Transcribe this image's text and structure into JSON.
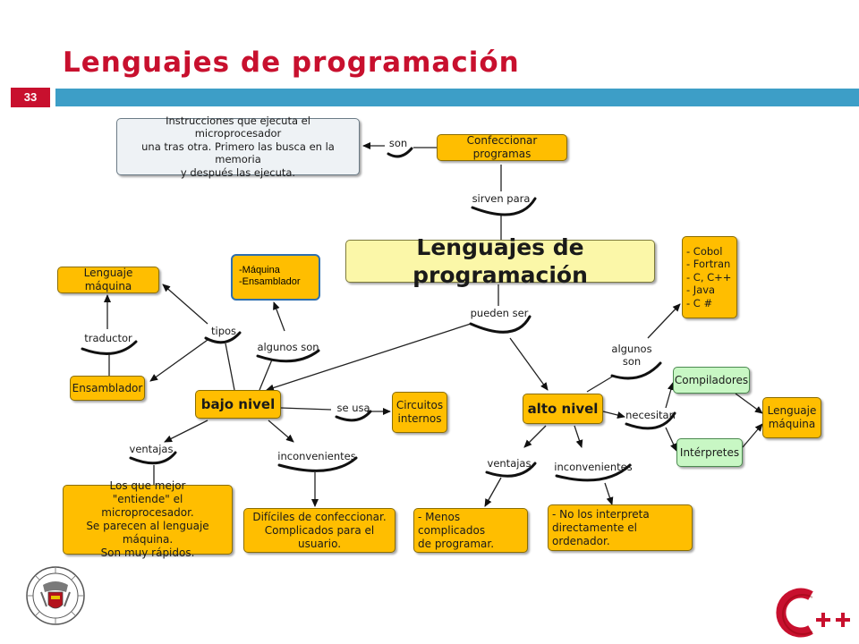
{
  "slide": {
    "title": "Lenguajes de programación",
    "page_number": "33"
  },
  "nodes": {
    "instrucciones": "Instrucciones que ejecuta el microprocesador\nuna tras otra. Primero las busca en la memoria\ny después las ejecuta.",
    "confeccionar": "Confeccionar programas",
    "central": "Lenguajes de programación",
    "lenguajes_lista": "- Cobol\n- Fortran\n- C, C++\n- Java\n- C #",
    "lenguaje_maquina_left": "Lenguaje máquina",
    "ensamblador": "Ensamblador",
    "bajo_nivel": "bajo nivel",
    "circuitos": "Circuitos\ninternos",
    "alto_nivel": "alto nivel",
    "compiladores": "Compiladores",
    "interpretes": "Intérpretes",
    "lenguaje_maquina_right": "Lenguaje\nmáquina",
    "ventajas_bajo": "Los que mejor\n\"entiende\" el microprocesador.\nSe parecen al lenguaje máquina.\nSon muy rápidos.",
    "inconvenientes_bajo": "Difíciles de confeccionar.\nComplicados para el usuario.",
    "ventajas_alto": "- Menos complicados\n  de programar.",
    "inconvenientes_alto": "- No los interpreta\ndirectamente el ordenador."
  },
  "tooltip": "-Máquina\n-Ensamblador",
  "links": {
    "son": "son",
    "sirven_para": "sirven para",
    "pueden_ser": "pueden ser",
    "tipos": "tipos",
    "traductor": "traductor",
    "algunos_son_left": "algunos son",
    "se_usa": "se usa",
    "ventajas_left": "ventajas",
    "inconvenientes_left": "inconvenientes",
    "algunos_son_right": "algunos\nson",
    "necesitan": "necesitan",
    "ventajas_right": "ventajas",
    "inconvenientes_right": "inconvenientes"
  },
  "colors": {
    "title": "#c8102e",
    "bar": "#3d9ec7",
    "node_orange": "#ffbe00",
    "node_green": "#c8f7c4",
    "node_gray": "#eef2f5"
  },
  "logos": {
    "left": "university-seal-icon",
    "right": "cpp-logo-icon",
    "right_text": "C++"
  }
}
